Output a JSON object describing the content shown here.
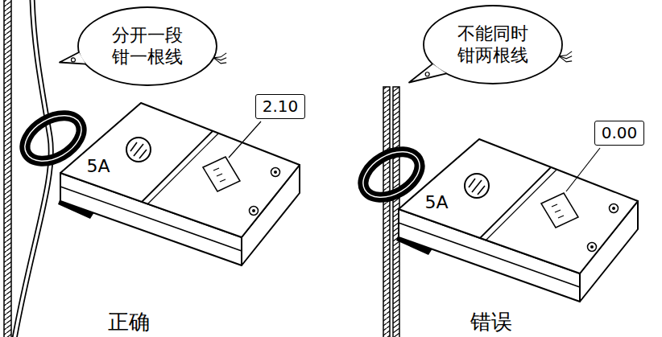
{
  "diagram": {
    "nodes": [
      {
        "text": [
          "分开一段 钳一根线"
        ]
      },
      {
        "text": [
          "不能同时 钳两根线"
        ]
      },
      {
        "text": [
          "2.10"
        ]
      },
      {
        "text": [
          "0.00"
        ]
      }
    ],
    "labels": [
      "5A",
      "5A",
      "正确",
      "错误"
    ]
  }
}
